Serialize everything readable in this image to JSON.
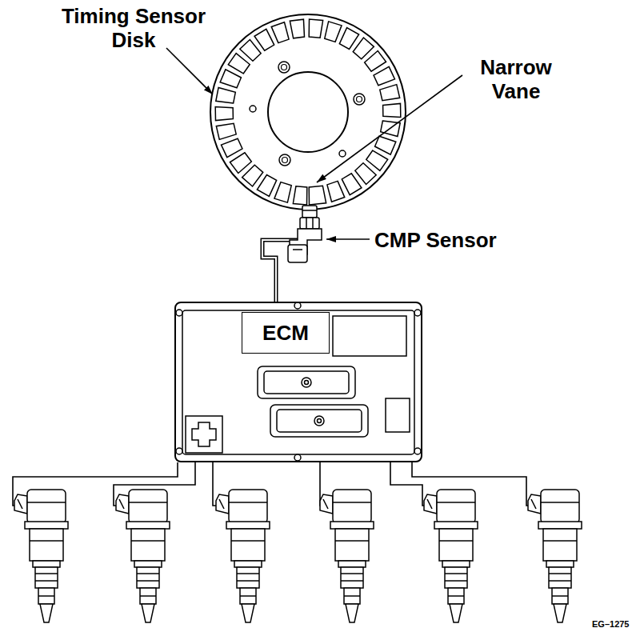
{
  "diagram": {
    "nodes": [
      {
        "text": [
          "ECM"
        ]
      }
    ],
    "labels": [
      "Timing Sensor Disk",
      "Narrow Vane",
      "CMP Sensor",
      "EG–1275"
    ]
  }
}
